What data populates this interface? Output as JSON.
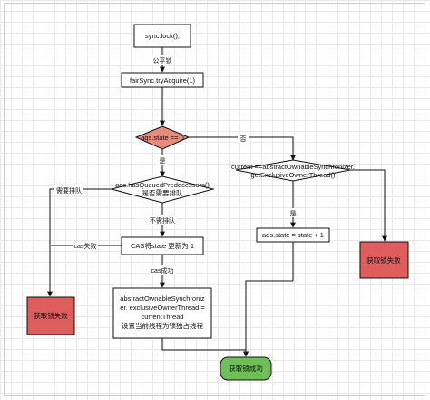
{
  "nodes": {
    "sync_lock": "sync.lock();",
    "fair_sync_try_acquire": "fairSync.tryAcquire(1)",
    "state_check": "aqs.state == 0",
    "has_queued_predecessors": [
      "aqs.hasQueuedPredecessors()",
      "是否需要排队"
    ],
    "owner_check": [
      "current ==abstractOwnableSynchronizer.",
      "getExclusiveOwnerThread()"
    ],
    "cas_state": "CAS将state 更新为 1",
    "state_increment": "aqs.state = state + 1",
    "set_owner": [
      "abstractOwnableSynchroniz",
      "er. exclusiveOwnerThread =",
      "currentThread",
      "设置当前线程为锁独占线程"
    ],
    "fail_left": "获取锁失败",
    "fail_right": "获取锁失败",
    "success": "获取锁成功"
  },
  "edge_labels": {
    "fair_lock": "公平锁",
    "no": "否",
    "yes_state": "是",
    "need_queue": "需要排队",
    "no_queue": "不需排队",
    "cas_fail": "cas失败",
    "cas_success": "cas成功",
    "yes_owner": "是"
  },
  "colors": {
    "decision_fill": "#ea8a7d",
    "fail_fill": "#e05d5d",
    "success_fill": "#6fbf59",
    "stroke": "#111111",
    "grid": "#e9e9e9"
  }
}
